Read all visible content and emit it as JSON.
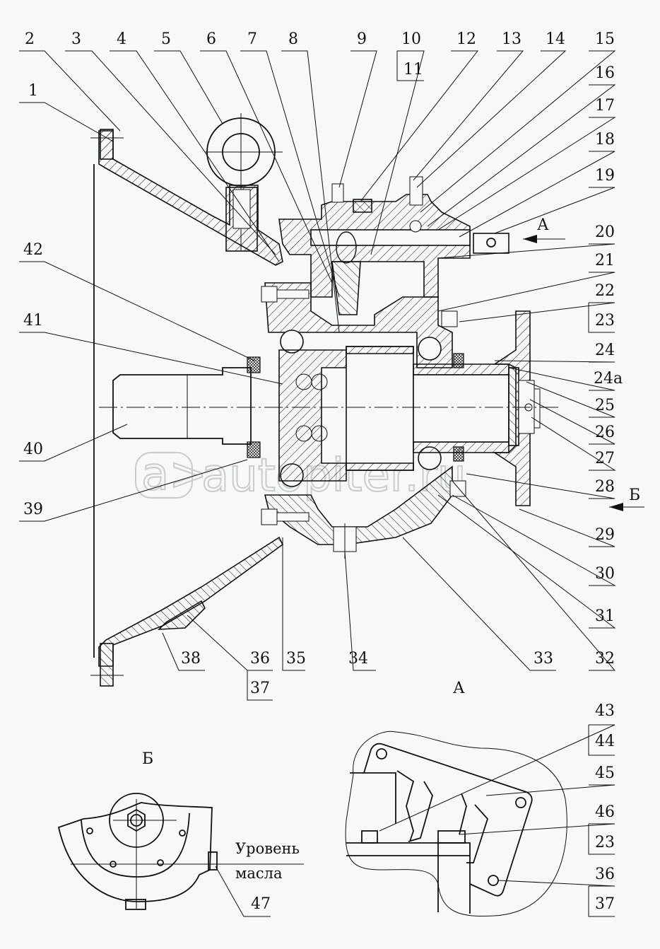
{
  "title": "Редуктор — сборочный чертёж",
  "watermark": "autopiter.ru",
  "views": {
    "main_section": "",
    "view_a": "А",
    "view_b": "Б",
    "arrow_a": "А",
    "arrow_b": "Б"
  },
  "oil_level": {
    "line1": "Уровень",
    "line2": "масла"
  },
  "callouts": {
    "top": [
      "2",
      "3",
      "4",
      "5",
      "6",
      "7",
      "8",
      "9",
      "10",
      "12",
      "13",
      "14",
      "15"
    ],
    "top_box": "11",
    "left": [
      "1",
      "42",
      "41",
      "40",
      "39"
    ],
    "right": [
      "16",
      "17",
      "18",
      "19",
      "20",
      "21",
      "22",
      "24",
      "24a",
      "25",
      "26",
      "27",
      "28",
      "29",
      "30",
      "31",
      "32"
    ],
    "right_box_23": "23",
    "bottom": [
      "38",
      "36",
      "35",
      "34",
      "33"
    ],
    "bottom_box": "37",
    "view_a": [
      "43",
      "45",
      "46",
      "36"
    ],
    "view_a_boxes": [
      "44",
      "23",
      "37"
    ],
    "view_b": [
      "47"
    ]
  }
}
